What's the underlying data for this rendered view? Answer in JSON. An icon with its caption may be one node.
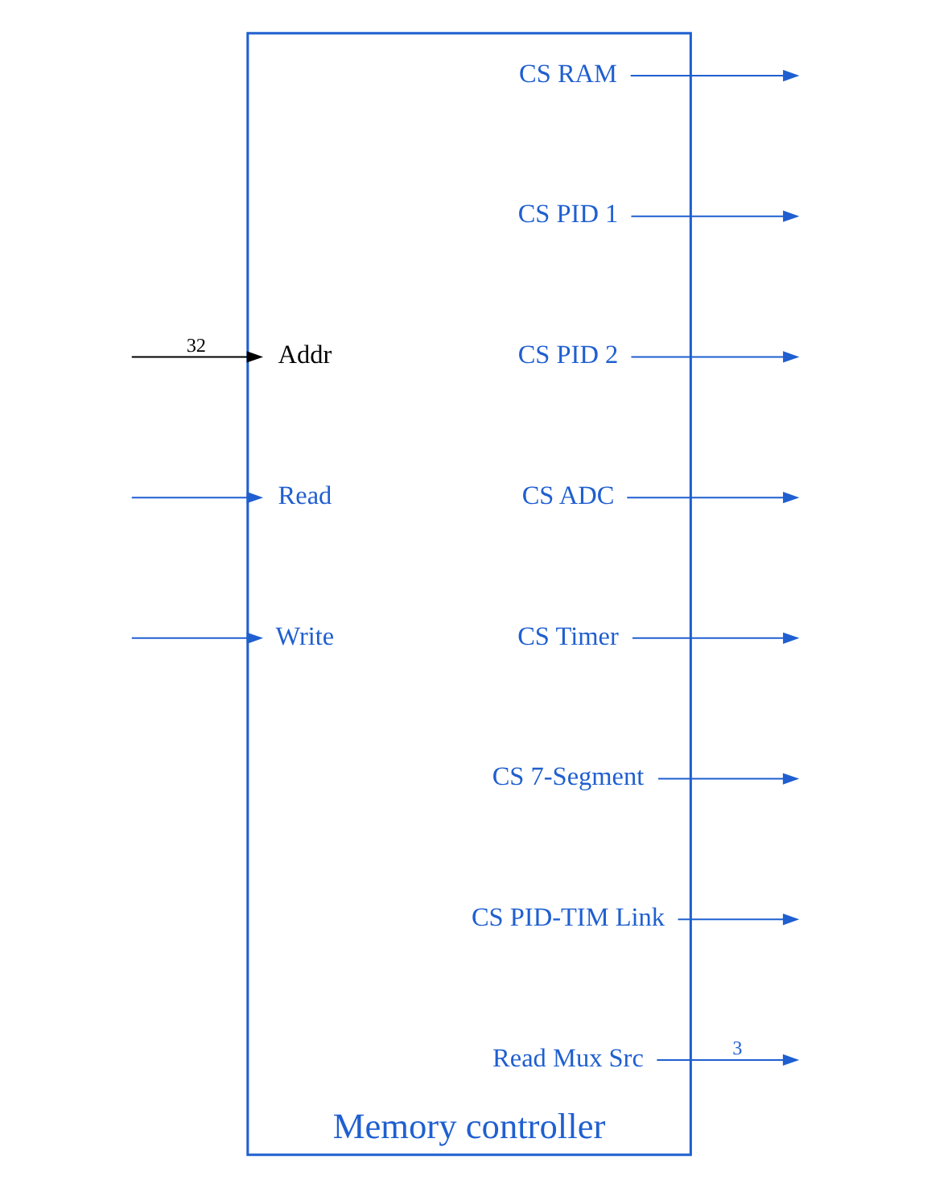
{
  "diagram": {
    "nodes": [
      {
        "text": [
          "Memory controller"
        ]
      },
      {
        "text": [
          "Read Mux Src"
        ],
        "in": 0
      },
      {
        "text": [
          "CS PID-TIM Link"
        ],
        "in": 0
      },
      {
        "text": [
          "CS 7-Segment"
        ],
        "in": 0
      },
      {
        "text": [
          "CS Timer"
        ],
        "in": 0
      },
      {
        "text": [
          "Addr"
        ],
        "in": 0
      },
      {
        "text": [
          "CS ADC"
        ],
        "in": 0
      },
      {
        "text": [
          "Read"
        ],
        "in": 0
      },
      {
        "text": [
          "CS PID 2"
        ],
        "in": 0
      },
      {
        "text": [
          "Write"
        ],
        "in": 0
      },
      {
        "text": [
          "CS PID 1"
        ],
        "in": 0
      },
      {
        "text": [
          "CS RAM"
        ],
        "in": 0
      }
    ],
    "edges": [
      {
        "from": 1,
        "to": null,
        "arrow": "to",
        "label": "3"
      },
      {
        "from": 2,
        "to": null,
        "arrow": "to"
      },
      {
        "from": 3,
        "to": null,
        "arrow": "to"
      },
      {
        "from": 4,
        "to": null,
        "arrow": "to"
      },
      {
        "from": null,
        "to": 5,
        "arrow": "to",
        "label": "32",
        "color": "#000000"
      },
      {
        "from": 6,
        "to": null,
        "arrow": "to"
      },
      {
        "from": null,
        "to": 7,
        "arrow": "to"
      },
      {
        "from": 8,
        "to": null,
        "arrow": "to"
      },
      {
        "from": null,
        "to": 9,
        "arrow": "to"
      },
      {
        "from": 10,
        "to": null,
        "arrow": "to"
      },
      {
        "from": 11,
        "to": null,
        "arrow": "to"
      }
    ]
  }
}
